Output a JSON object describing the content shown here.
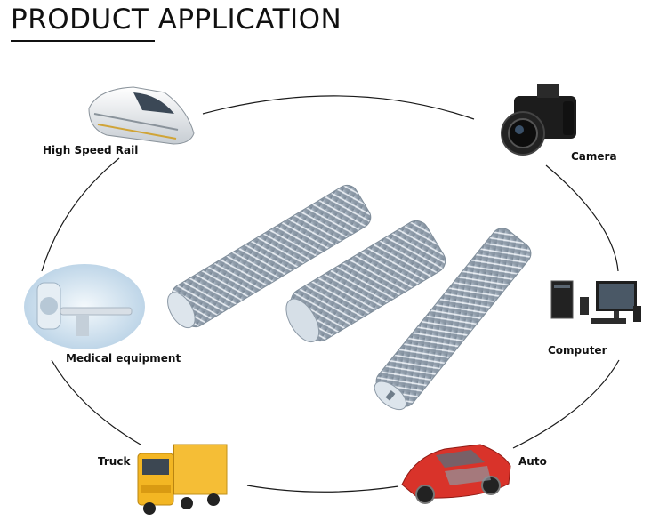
{
  "header": {
    "title": "PRODUCT APPLICATION"
  },
  "applications": {
    "high_speed_rail": "High Speed Rail",
    "camera": "Camera",
    "computer": "Computer",
    "medical_equipment": "Medical equipment",
    "truck": "Truck",
    "auto": "Auto"
  },
  "colors": {
    "text": "#111111",
    "steel": "#b9c4cf",
    "truck_yellow": "#f3b623",
    "car_red": "#d9332a",
    "medical_blue": "#c9dceb"
  },
  "icons": [
    "train-icon",
    "camera-icon",
    "computer-icon",
    "medical-scanner-icon",
    "truck-icon",
    "car-icon",
    "set-screw-icon"
  ]
}
